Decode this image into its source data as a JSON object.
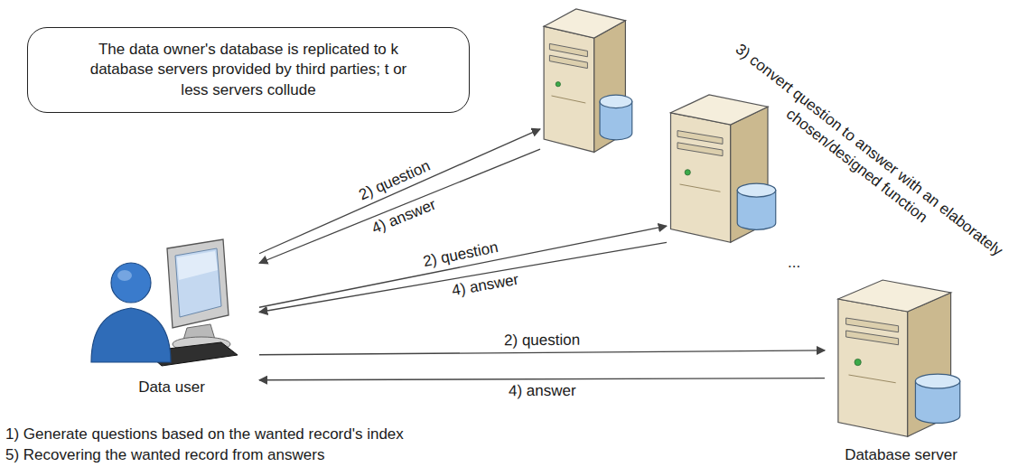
{
  "diagram": {
    "nodes": [
      {
        "text": [
          "The data owner's database is replicated to k database servers provided by third parties; t or less servers collude"
        ]
      },
      {
        "text": [
          "Data user"
        ]
      },
      {
        "text": []
      },
      {
        "text": []
      },
      {
        "text": [
          "Database server"
        ]
      }
    ],
    "edges": [
      {
        "from": 1,
        "to": 2,
        "label": "2) question",
        "arrow": "to"
      },
      {
        "from": 2,
        "to": 1,
        "label": "4) answer",
        "arrow": "to"
      },
      {
        "from": 1,
        "to": 3,
        "label": "2) question",
        "arrow": "to"
      },
      {
        "from": 3,
        "to": 1,
        "label": "4) answer",
        "arrow": "to"
      },
      {
        "from": 1,
        "to": 4,
        "label": "2) question",
        "arrow": "to"
      },
      {
        "from": 4,
        "to": 1,
        "label": "4) answer",
        "arrow": "to"
      }
    ],
    "labels": [
      "3) convert question to answer with an elaborately chosen/designed function",
      "...",
      "1) Generate questions based on the wanted record's index",
      "5) Recovering the wanted record from answers"
    ]
  }
}
